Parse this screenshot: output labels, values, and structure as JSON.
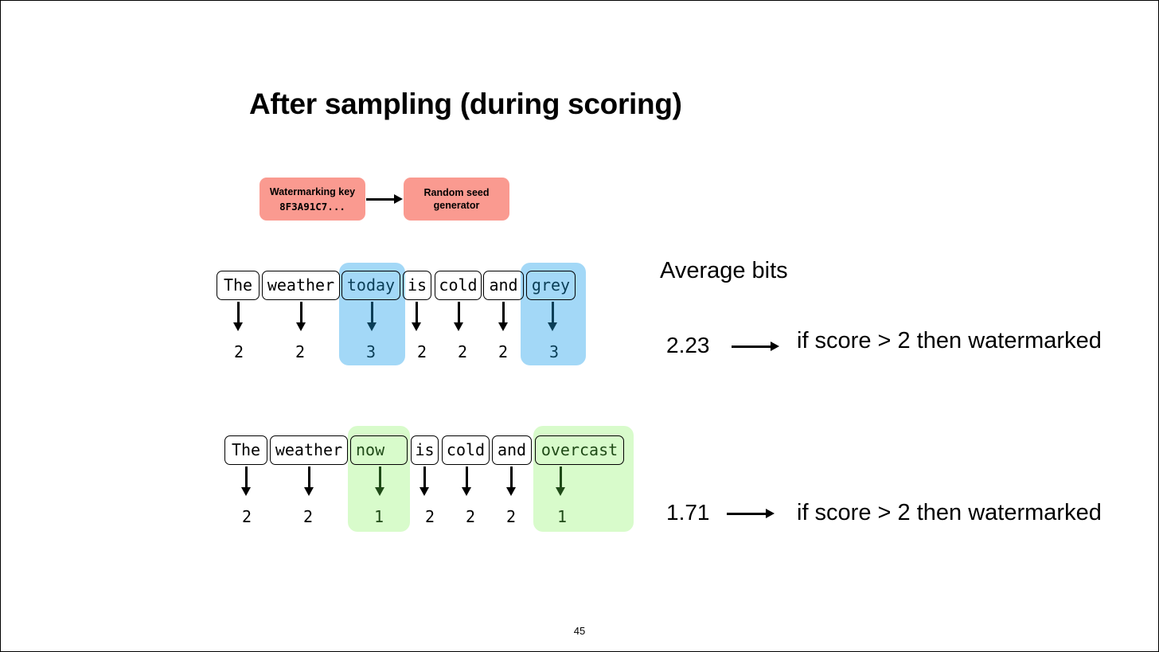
{
  "title": "After sampling (during scoring)",
  "key_box": {
    "label": "Watermarking key",
    "value": "8F3A91C7..."
  },
  "seed_box": {
    "label": "Random seed generator"
  },
  "average_bits_label": "Average bits",
  "rows": [
    {
      "tokens": [
        {
          "text": "The",
          "score": "2"
        },
        {
          "text": "weather",
          "score": "2"
        },
        {
          "text": "today",
          "score": "3"
        },
        {
          "text": "is",
          "score": "2"
        },
        {
          "text": "cold",
          "score": "2"
        },
        {
          "text": "and",
          "score": "2"
        },
        {
          "text": "grey",
          "score": "3"
        }
      ],
      "average": "2.23",
      "verdict": "if score > 2 then watermarked",
      "highlight_color": "#a3d8f7"
    },
    {
      "tokens": [
        {
          "text": "The",
          "score": "2"
        },
        {
          "text": "weather",
          "score": "2"
        },
        {
          "text": "now",
          "score": "1"
        },
        {
          "text": "is",
          "score": "2"
        },
        {
          "text": "cold",
          "score": "2"
        },
        {
          "text": "and",
          "score": "2"
        },
        {
          "text": "overcast",
          "score": "1"
        }
      ],
      "average": "1.71",
      "verdict": "if score > 2 then watermarked",
      "highlight_color": "#d8fbcb"
    }
  ],
  "page_number": "45"
}
